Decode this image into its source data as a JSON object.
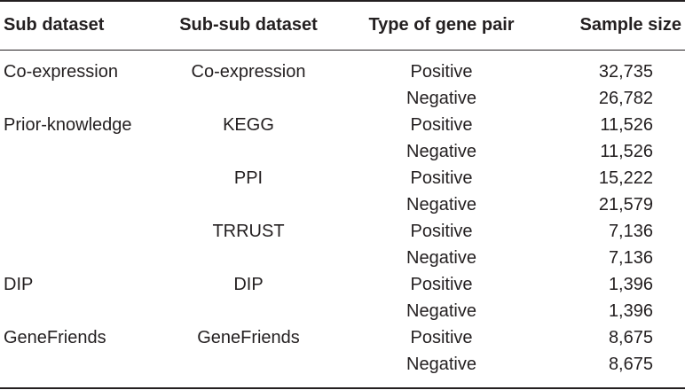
{
  "headers": [
    "Sub dataset",
    "Sub-sub dataset",
    "Type of gene pair",
    "Sample size"
  ],
  "rows": [
    {
      "sub": "Co-expression",
      "subsub": "Co-expression",
      "type": "Positive",
      "size": "32,735"
    },
    {
      "sub": "",
      "subsub": "",
      "type": "Negative",
      "size": "26,782"
    },
    {
      "sub": "Prior-knowledge",
      "subsub": "KEGG",
      "type": "Positive",
      "size": "11,526"
    },
    {
      "sub": "",
      "subsub": "",
      "type": "Negative",
      "size": "11,526"
    },
    {
      "sub": "",
      "subsub": "PPI",
      "type": "Positive",
      "size": "15,222"
    },
    {
      "sub": "",
      "subsub": "",
      "type": "Negative",
      "size": "21,579"
    },
    {
      "sub": "",
      "subsub": "TRRUST",
      "type": "Positive",
      "size": "7,136"
    },
    {
      "sub": "",
      "subsub": "",
      "type": "Negative",
      "size": "7,136"
    },
    {
      "sub": "DIP",
      "subsub": "DIP",
      "type": "Positive",
      "size": "1,396"
    },
    {
      "sub": "",
      "subsub": "",
      "type": "Negative",
      "size": "1,396"
    },
    {
      "sub": "GeneFriends",
      "subsub": "GeneFriends",
      "type": "Positive",
      "size": "8,675"
    },
    {
      "sub": "",
      "subsub": "",
      "type": "Negative",
      "size": "8,675"
    }
  ]
}
